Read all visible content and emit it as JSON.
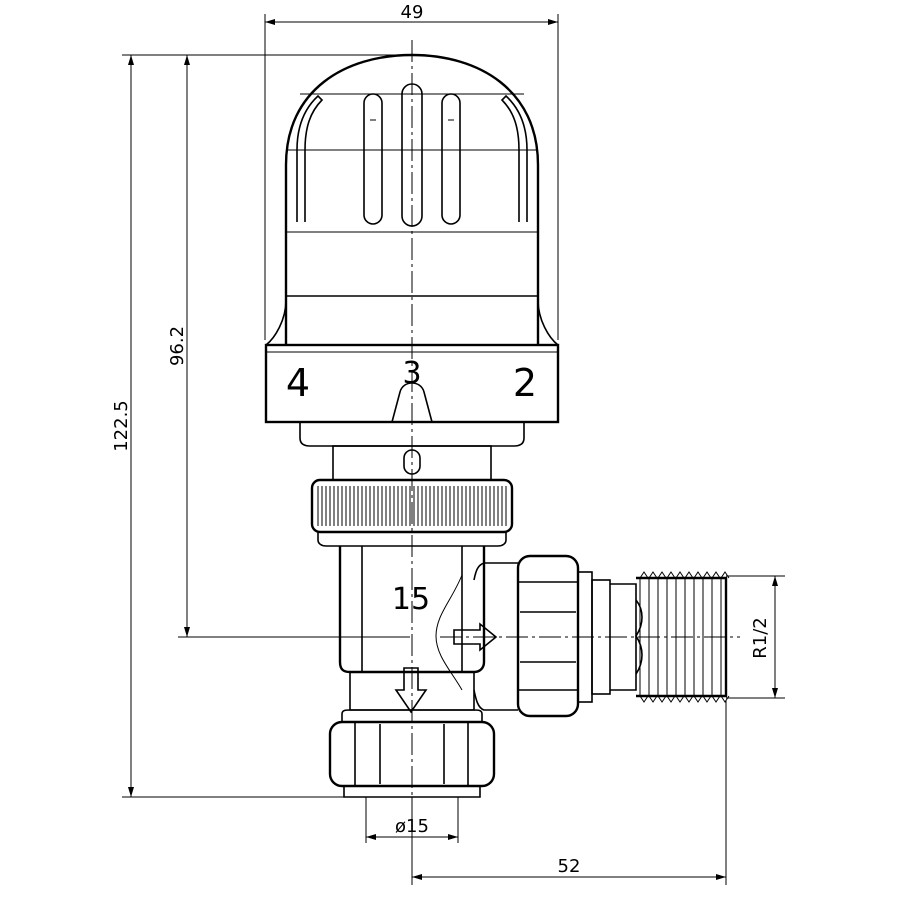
{
  "dimensions": {
    "width_top": "49",
    "height_total": "122.5",
    "height_axis": "96.2",
    "bore": "ø15",
    "offset": "52",
    "thread": "R1/2"
  },
  "dial": {
    "left_mark": "4",
    "center_mark": "3",
    "right_mark": "2"
  },
  "body_label": "15"
}
